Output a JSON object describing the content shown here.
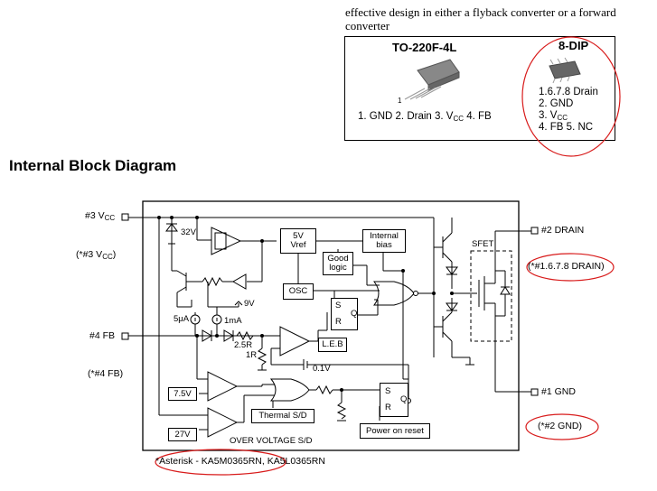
{
  "intro": {
    "line1": "effective design in either a flyback converter or a forward",
    "line2": "converter"
  },
  "packages": {
    "to220": {
      "title": "TO-220F-4L",
      "pin1_marker": "1",
      "pins_a": "1. GND 2. Drain 3. V",
      "pins_sub": "CC",
      "pins_b": " 4. FB"
    },
    "dip8": {
      "title": "8-DIP",
      "line1": "1.6.7.8 Drain",
      "line2": "2. GND",
      "line3_a": "3. V",
      "line3_sub": "CC",
      "line4": "4. FB 5. NC"
    }
  },
  "heading": "Internal Block Diagram",
  "pins": {
    "vcc_a": "#3 V",
    "vcc_sub": "CC",
    "vcc_note_a": "(*#3 V",
    "vcc_note_sub": "CC",
    "vcc_note_b": ")",
    "fb": "#4 FB",
    "fb_note": "(*#4 FB)",
    "drain": "#2 DRAIN",
    "drain_note": "(*#1.6.7.8 DRAIN)",
    "gnd": "#1 GND",
    "gnd_note": "(*#2 GND)"
  },
  "blocks": {
    "vref": [
      "5V",
      "Vref"
    ],
    "internal_bias": [
      "Internal",
      "bias"
    ],
    "good_logic": [
      "Good",
      "logic"
    ],
    "osc": "OSC",
    "latch1_s": "S",
    "latch1_r": "R",
    "latch1_q": "Q",
    "leb": "L.E.B",
    "latch2_s": "S",
    "latch2_r": "R",
    "latch2_q": "Q",
    "thermal": "Thermal S/D",
    "power_on_reset": "Power on reset",
    "ref_75": "7.5V",
    "ref_27": "27V"
  },
  "labels": {
    "zener": "32V",
    "nine_v": "9V",
    "i5ua": "5μA",
    "i1ma": "1mA",
    "r25": "2.5R",
    "r1": "1R",
    "v01": "0.1V",
    "sfet": "SFET",
    "ovp": "OVER VOLTAGE S/D",
    "asterisk": "*Asterisk - KA5M0365RN, KA5L0365RN"
  },
  "colors": {
    "highlight": "#d81b1b",
    "ink": "#000000"
  }
}
